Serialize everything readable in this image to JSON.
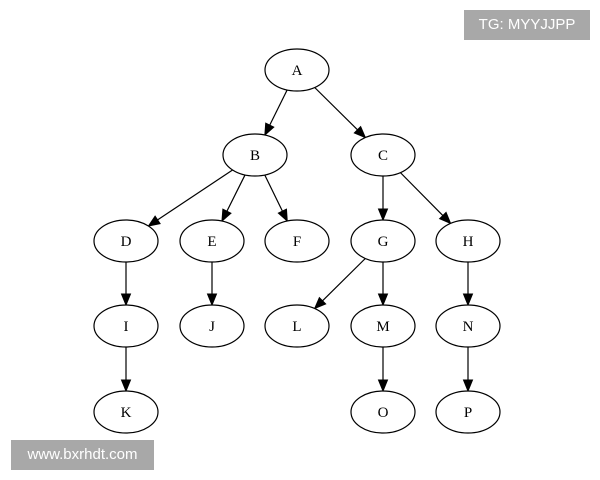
{
  "watermarks": {
    "top_right": "TG: MYYJJPP",
    "bottom_left": "www.bxrhdt.com"
  },
  "tree": {
    "nodes": [
      {
        "id": "A",
        "label": "A"
      },
      {
        "id": "B",
        "label": "B"
      },
      {
        "id": "C",
        "label": "C"
      },
      {
        "id": "D",
        "label": "D"
      },
      {
        "id": "E",
        "label": "E"
      },
      {
        "id": "F",
        "label": "F"
      },
      {
        "id": "G",
        "label": "G"
      },
      {
        "id": "H",
        "label": "H"
      },
      {
        "id": "I",
        "label": "I"
      },
      {
        "id": "J",
        "label": "J"
      },
      {
        "id": "L",
        "label": "L"
      },
      {
        "id": "M",
        "label": "M"
      },
      {
        "id": "N",
        "label": "N"
      },
      {
        "id": "K",
        "label": "K"
      },
      {
        "id": "O",
        "label": "O"
      },
      {
        "id": "P",
        "label": "P"
      }
    ],
    "edges": [
      {
        "from": "A",
        "to": "B"
      },
      {
        "from": "A",
        "to": "C"
      },
      {
        "from": "B",
        "to": "D"
      },
      {
        "from": "B",
        "to": "E"
      },
      {
        "from": "B",
        "to": "F"
      },
      {
        "from": "C",
        "to": "G"
      },
      {
        "from": "C",
        "to": "H"
      },
      {
        "from": "D",
        "to": "I"
      },
      {
        "from": "E",
        "to": "J"
      },
      {
        "from": "G",
        "to": "L"
      },
      {
        "from": "G",
        "to": "M"
      },
      {
        "from": "H",
        "to": "N"
      },
      {
        "from": "I",
        "to": "K"
      },
      {
        "from": "M",
        "to": "O"
      },
      {
        "from": "N",
        "to": "P"
      }
    ]
  }
}
